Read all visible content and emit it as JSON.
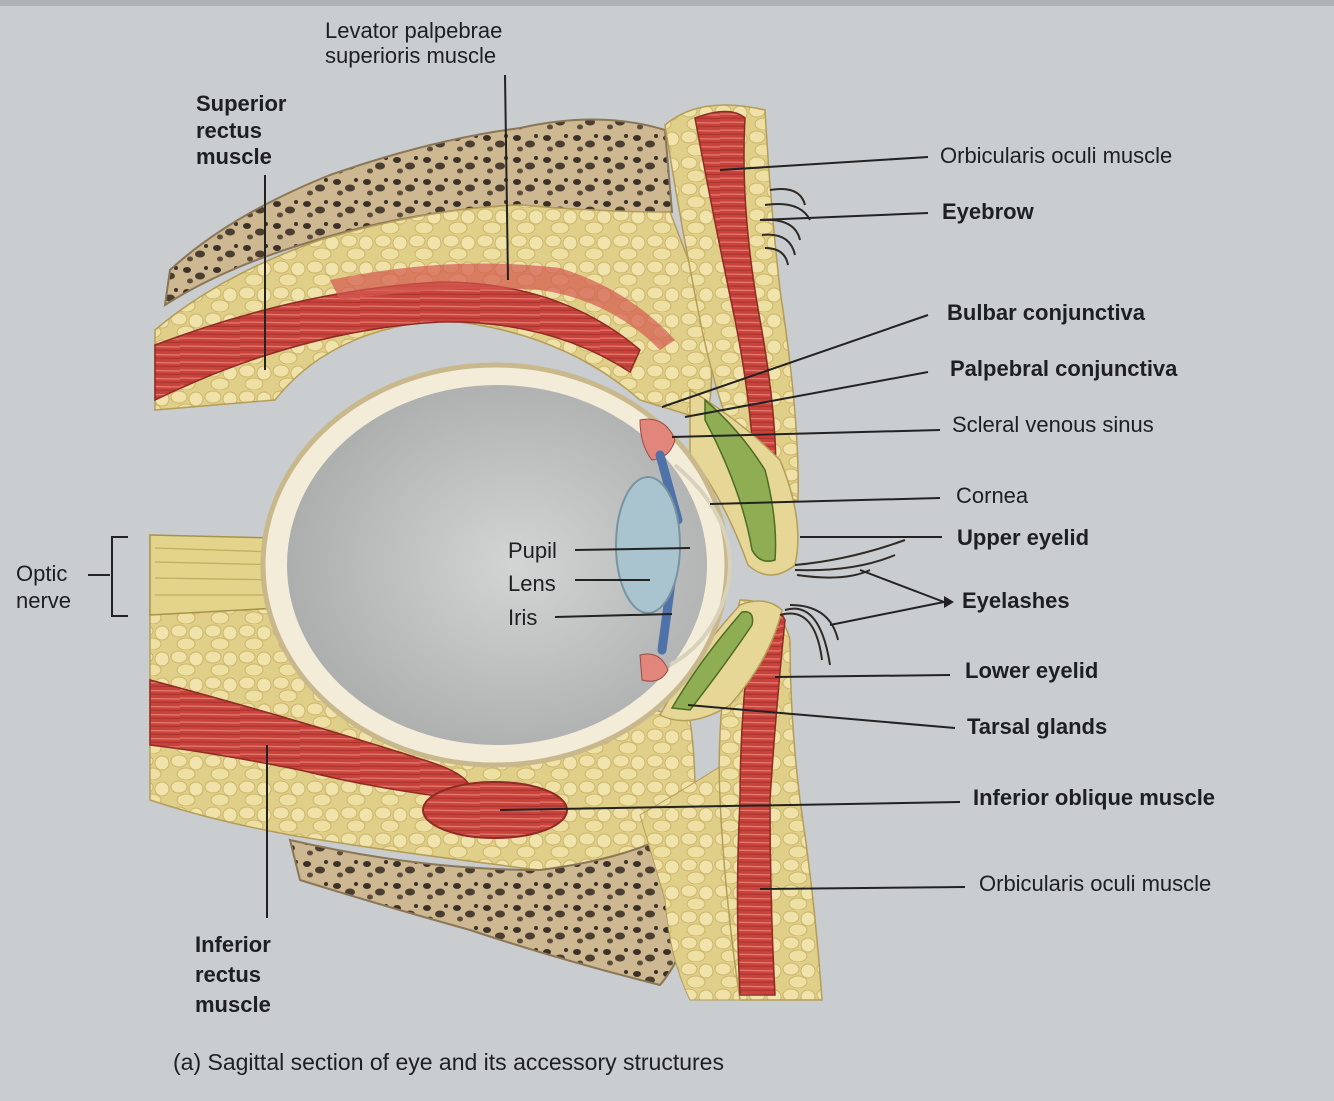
{
  "caption": "(a) Sagittal section of eye and its accessory structures",
  "labels": {
    "levator_1": "Levator palpebrae",
    "levator_2": "superioris muscle",
    "superior_rectus_1": "Superior",
    "superior_rectus_2": "rectus",
    "superior_rectus_3": "muscle",
    "orbicularis_upper": "Orbicularis oculi muscle",
    "eyebrow": "Eyebrow",
    "bulbar_conjunctiva": "Bulbar conjunctiva",
    "palpebral_conjunctiva": "Palpebral conjunctiva",
    "scleral_venous_sinus": "Scleral venous sinus",
    "cornea": "Cornea",
    "upper_eyelid": "Upper eyelid",
    "eyelashes": "Eyelashes",
    "lower_eyelid": "Lower eyelid",
    "tarsal_glands": "Tarsal glands",
    "inferior_oblique": "Inferior oblique muscle",
    "orbicularis_lower": "Orbicularis oculi muscle",
    "optic_1": "Optic",
    "optic_2": "nerve",
    "pupil": "Pupil",
    "lens": "Lens",
    "iris": "Iris",
    "inferior_rectus_1": "Inferior",
    "inferior_rectus_2": "rectus",
    "inferior_rectus_3": "muscle"
  },
  "colors": {
    "page": "#c9cdd0",
    "fat": "#e3d28c",
    "fat_cell": "#efe0a4",
    "muscle": "#c9433c",
    "muscle_light": "#e0736a",
    "bone": "#cdb892",
    "bone_dark": "#3b3128",
    "eyeball": "#bfc0c0",
    "lens": "#a9c3cf",
    "iris": "#4f72a8",
    "gland": "#8fae54"
  }
}
